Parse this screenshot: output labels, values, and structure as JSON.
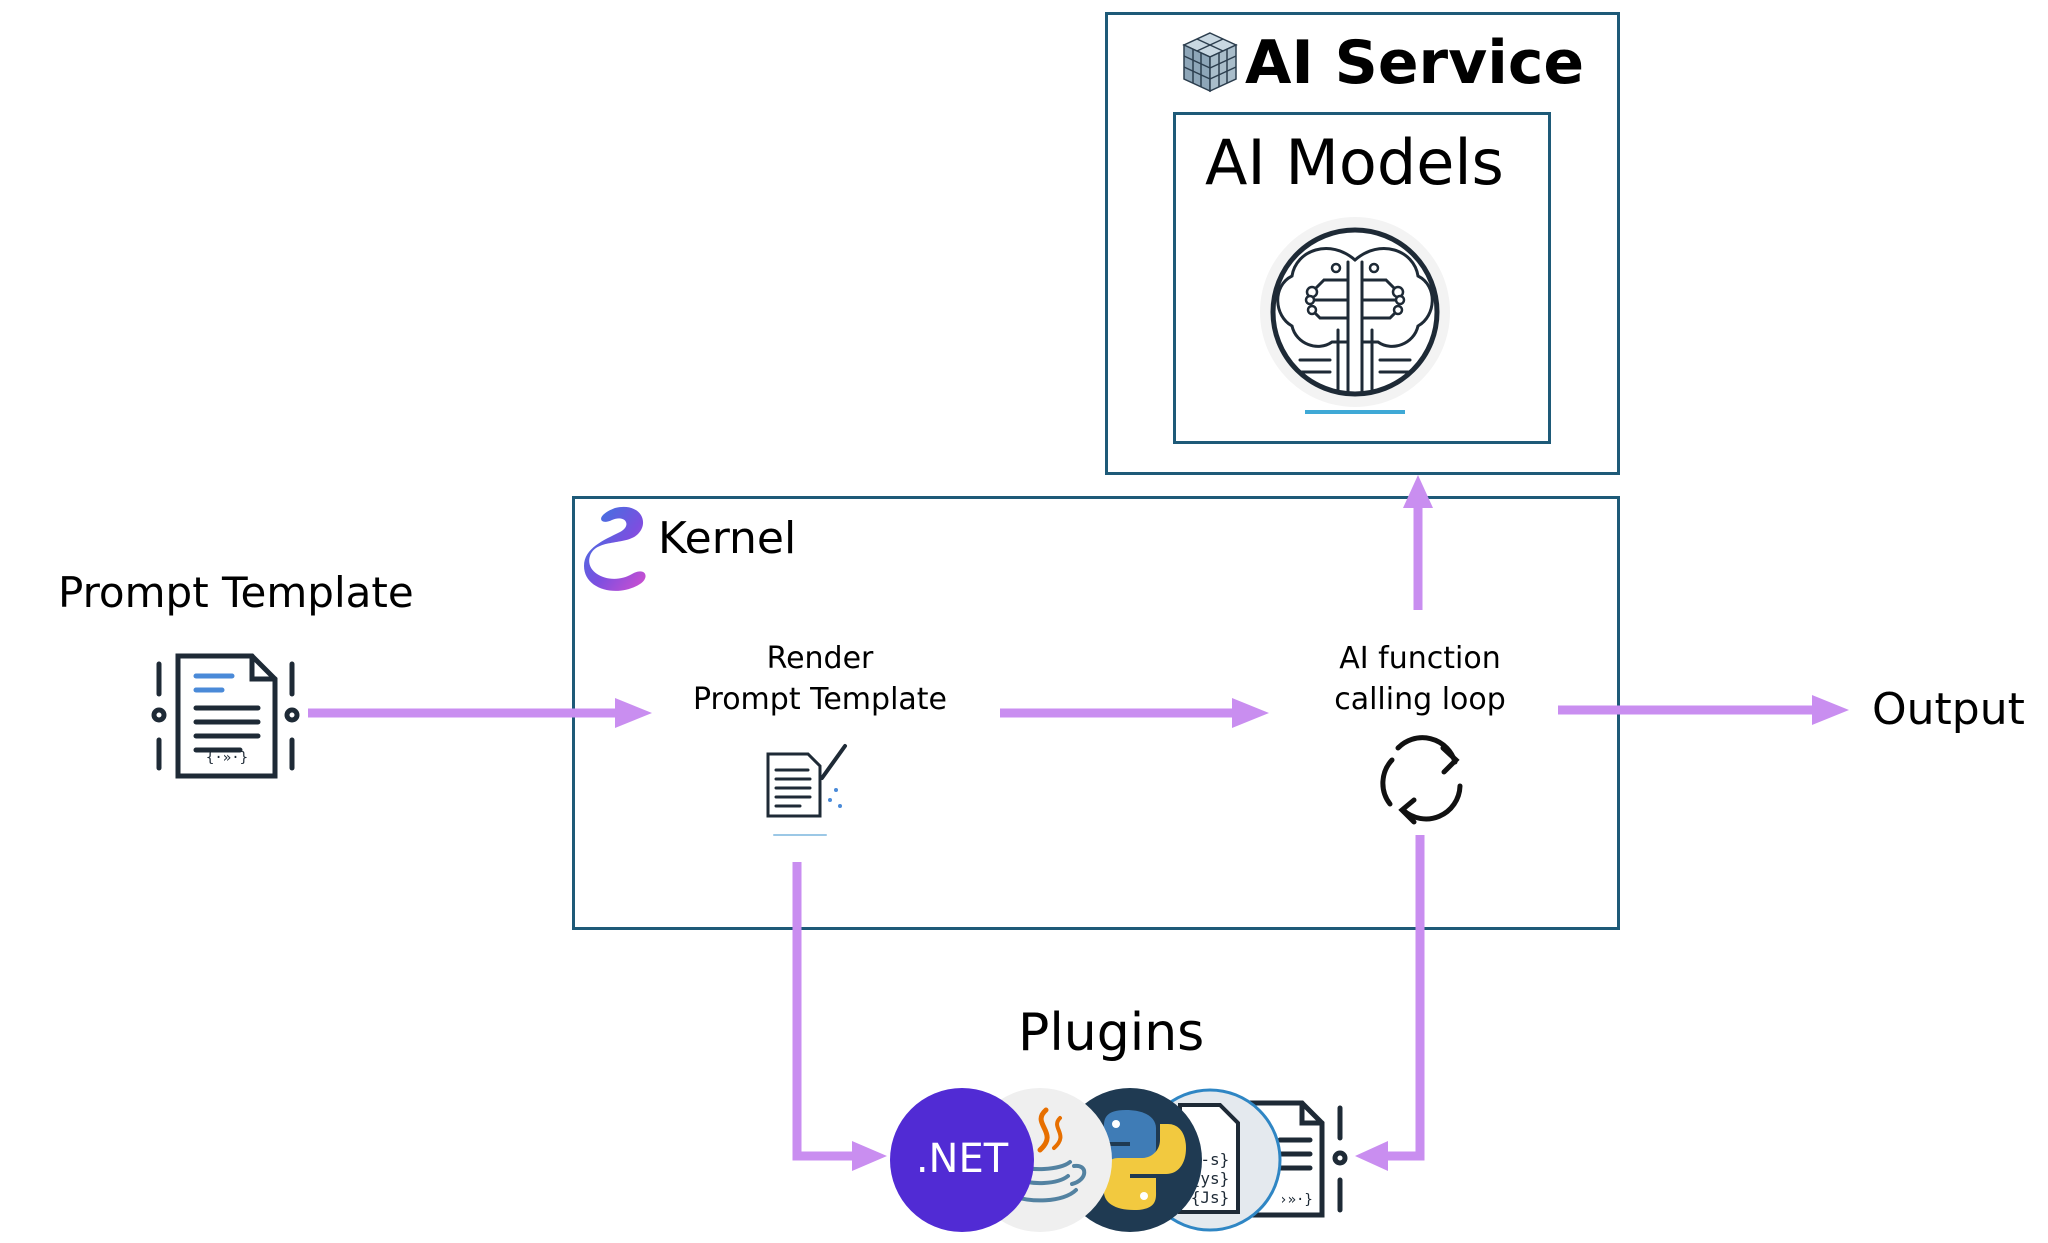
{
  "prompt_template": {
    "label": "Prompt Template"
  },
  "kernel": {
    "label": "Kernel"
  },
  "render_step": {
    "line1": "Render",
    "line2": "Prompt Template"
  },
  "loop_step": {
    "line1": "AI function",
    "line2": "calling loop"
  },
  "output": {
    "label": "Output"
  },
  "ai_service": {
    "label": "AI Service"
  },
  "ai_models": {
    "label": "AI Models"
  },
  "plugins": {
    "label": "Plugins",
    "dotnet_label": ".NET"
  },
  "icons": {
    "prompt_template": "code-document-icon",
    "kernel": "semantic-kernel-logo-icon",
    "render": "document-edit-icon",
    "loop": "refresh-cycle-icon",
    "ai_service": "cube-icon",
    "ai_models": "circuit-brain-icon",
    "plugins": [
      "dotnet-icon",
      "java-icon",
      "python-icon",
      "yaml-document-icon",
      "code-document-icon"
    ]
  },
  "colors": {
    "arrow": "#c98ef0",
    "box_border": "#1e5a78",
    "dotnet": "#512bd4",
    "python_bg": "#1f3a52",
    "kernel_gradient": [
      "#2f7de1",
      "#b24fd8"
    ]
  }
}
